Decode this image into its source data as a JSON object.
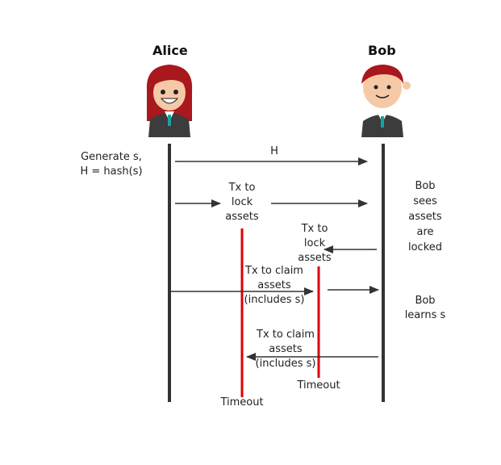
{
  "actors": {
    "alice": {
      "name": "Alice",
      "icon": "woman-avatar-icon"
    },
    "bob": {
      "name": "Bob",
      "icon": "man-avatar-icon"
    }
  },
  "notes": {
    "alice_generate": [
      "Generate s,",
      "H = hash(s)"
    ],
    "bob_sees": [
      "Bob",
      "sees",
      "assets",
      "are",
      "locked"
    ],
    "bob_learns": [
      "Bob",
      "learns s"
    ]
  },
  "messages": {
    "h": "H",
    "alice_lock": [
      "Tx to",
      "lock",
      "assets"
    ],
    "bob_lock": [
      "Tx to",
      "lock",
      "assets"
    ],
    "alice_claim": [
      "Tx to claim",
      "assets",
      "(includes s)"
    ],
    "bob_claim": [
      "Tx to claim",
      "assets",
      "(includes s)"
    ]
  },
  "timeouts": {
    "alice": "Timeout",
    "bob": "Timeout"
  },
  "colors": {
    "lifeline": "#333333",
    "timeout": "#e00000",
    "arrow": "#333333"
  }
}
